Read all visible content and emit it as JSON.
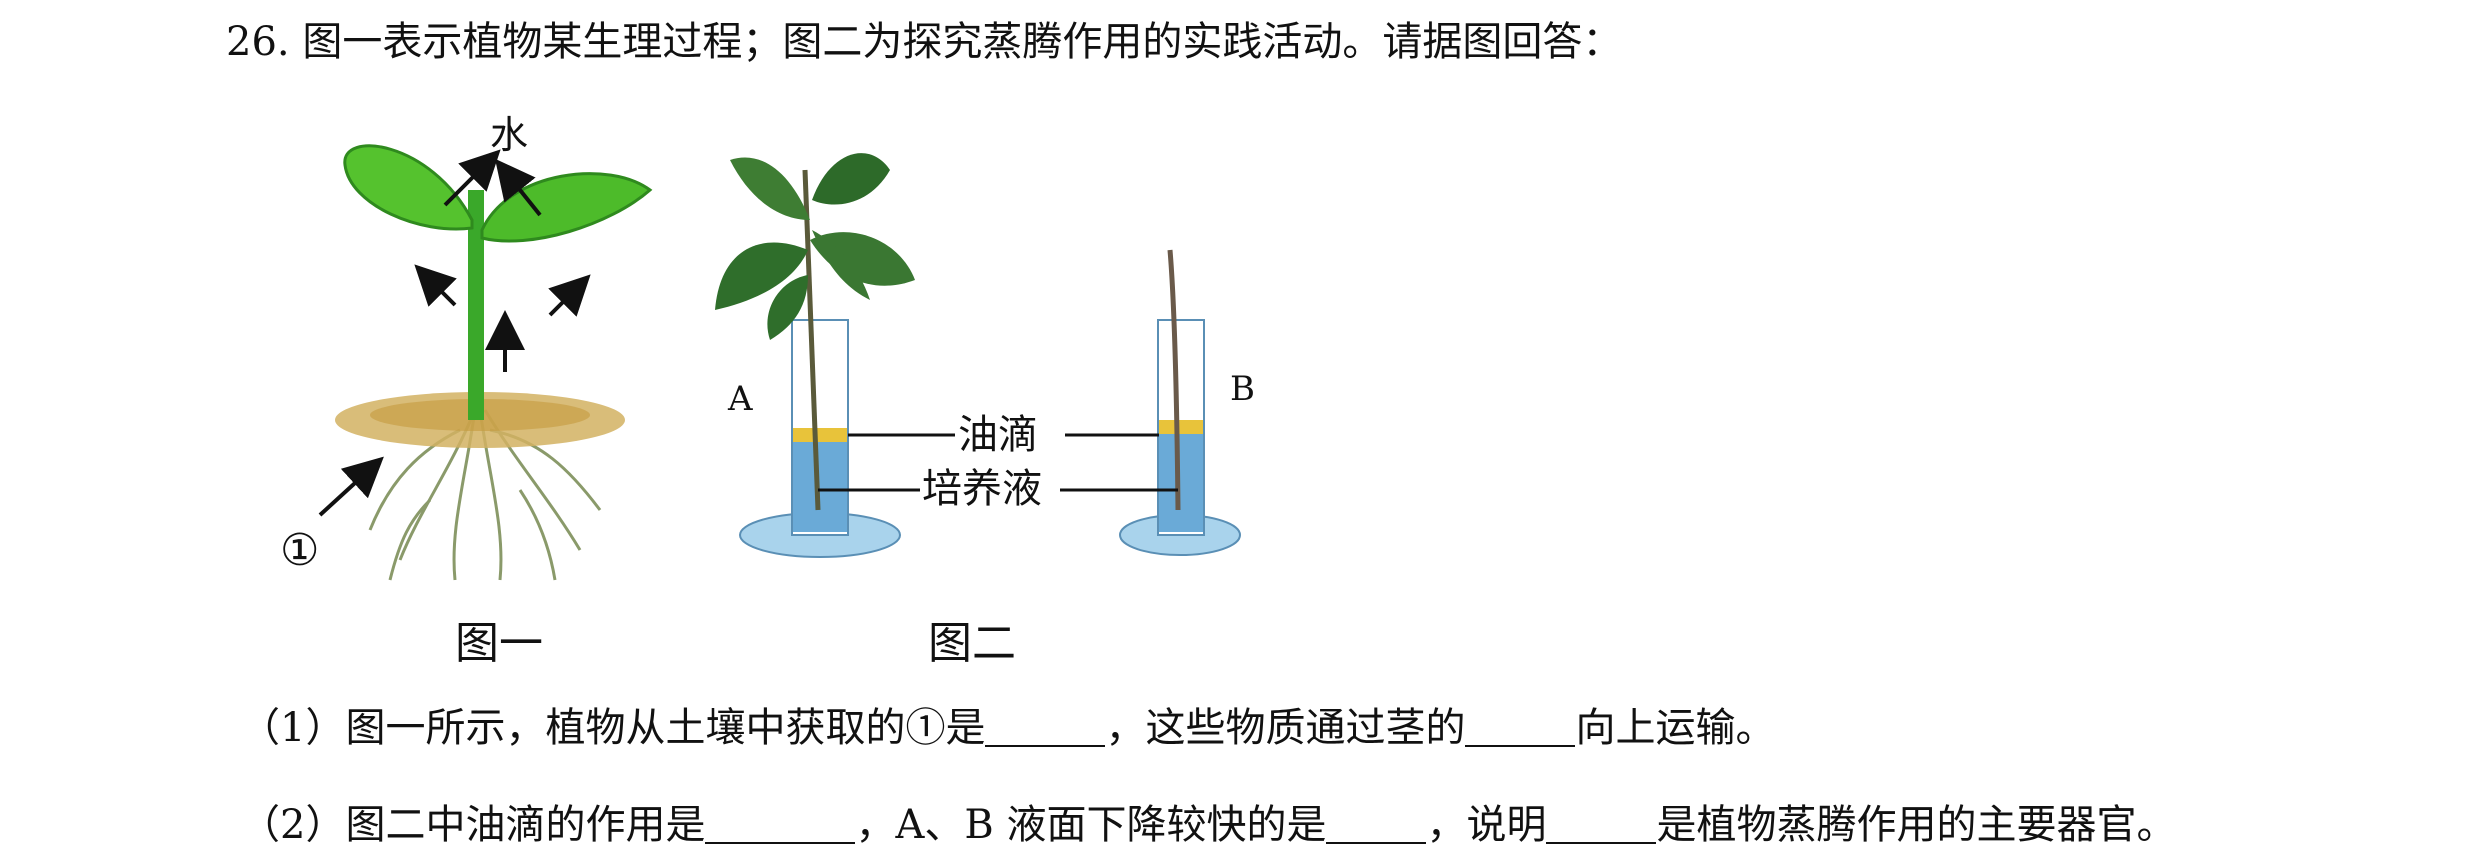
{
  "question": {
    "title": "26. 图一表示植物某生理过程；图二为探究蒸腾作用的实践活动。请据图回答：",
    "q1": {
      "parts": [
        "（1）图一所示，植物从土壤中获取的①是",
        "，这些物质通过茎的",
        "向上运输。"
      ]
    },
    "q2": {
      "parts": [
        "（2）图二中油滴的作用是",
        "，A、B 液面下降较快的是",
        "，说明",
        "是植物蒸腾作用的主要器官。"
      ]
    }
  },
  "figure1": {
    "label_water": "水",
    "label_marker": "①",
    "caption": "图一"
  },
  "figure2": {
    "label_a": "A",
    "label_b": "B",
    "label_oil": "油滴",
    "label_solution": "培养液",
    "caption": "图二"
  }
}
